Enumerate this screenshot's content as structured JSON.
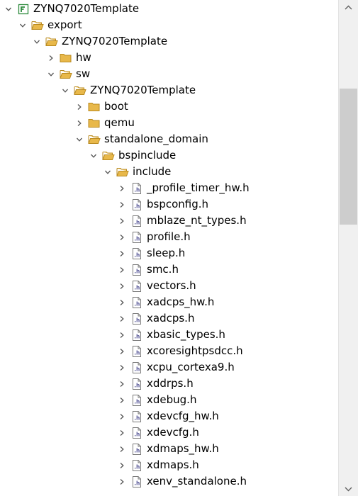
{
  "tree": [
    {
      "label": "ZYNQ7020Template",
      "depth": 0,
      "expanded": true,
      "kind": "project"
    },
    {
      "label": "export",
      "depth": 1,
      "expanded": true,
      "kind": "folder"
    },
    {
      "label": "ZYNQ7020Template",
      "depth": 2,
      "expanded": true,
      "kind": "folder"
    },
    {
      "label": "hw",
      "depth": 3,
      "expanded": false,
      "kind": "folder"
    },
    {
      "label": "sw",
      "depth": 3,
      "expanded": true,
      "kind": "folder"
    },
    {
      "label": "ZYNQ7020Template",
      "depth": 4,
      "expanded": true,
      "kind": "folder"
    },
    {
      "label": "boot",
      "depth": 5,
      "expanded": false,
      "kind": "folder"
    },
    {
      "label": "qemu",
      "depth": 5,
      "expanded": false,
      "kind": "folder"
    },
    {
      "label": "standalone_domain",
      "depth": 5,
      "expanded": true,
      "kind": "folder"
    },
    {
      "label": "bspinclude",
      "depth": 6,
      "expanded": true,
      "kind": "folder"
    },
    {
      "label": "include",
      "depth": 7,
      "expanded": true,
      "kind": "folder"
    },
    {
      "label": "_profile_timer_hw.h",
      "depth": 8,
      "expanded": false,
      "kind": "file"
    },
    {
      "label": "bspconfig.h",
      "depth": 8,
      "expanded": false,
      "kind": "file"
    },
    {
      "label": "mblaze_nt_types.h",
      "depth": 8,
      "expanded": false,
      "kind": "file"
    },
    {
      "label": "profile.h",
      "depth": 8,
      "expanded": false,
      "kind": "file"
    },
    {
      "label": "sleep.h",
      "depth": 8,
      "expanded": false,
      "kind": "file"
    },
    {
      "label": "smc.h",
      "depth": 8,
      "expanded": false,
      "kind": "file"
    },
    {
      "label": "vectors.h",
      "depth": 8,
      "expanded": false,
      "kind": "file"
    },
    {
      "label": "xadcps_hw.h",
      "depth": 8,
      "expanded": false,
      "kind": "file"
    },
    {
      "label": "xadcps.h",
      "depth": 8,
      "expanded": false,
      "kind": "file"
    },
    {
      "label": "xbasic_types.h",
      "depth": 8,
      "expanded": false,
      "kind": "file"
    },
    {
      "label": "xcoresightpsdcc.h",
      "depth": 8,
      "expanded": false,
      "kind": "file"
    },
    {
      "label": "xcpu_cortexa9.h",
      "depth": 8,
      "expanded": false,
      "kind": "file"
    },
    {
      "label": "xddrps.h",
      "depth": 8,
      "expanded": false,
      "kind": "file"
    },
    {
      "label": "xdebug.h",
      "depth": 8,
      "expanded": false,
      "kind": "file"
    },
    {
      "label": "xdevcfg_hw.h",
      "depth": 8,
      "expanded": false,
      "kind": "file"
    },
    {
      "label": "xdevcfg.h",
      "depth": 8,
      "expanded": false,
      "kind": "file"
    },
    {
      "label": "xdmaps_hw.h",
      "depth": 8,
      "expanded": false,
      "kind": "file"
    },
    {
      "label": "xdmaps.h",
      "depth": 8,
      "expanded": false,
      "kind": "file"
    },
    {
      "label": "xenv_standalone.h",
      "depth": 8,
      "expanded": false,
      "kind": "file"
    }
  ],
  "icons": {
    "project": "project-icon",
    "folder": "folder-icon",
    "file": "header-file-icon",
    "expanded": "chevron-down-icon",
    "collapsed": "chevron-right-icon"
  },
  "colors": {
    "folder": "#e8b84a",
    "project": "#2e8b3e",
    "chevron": "#555555",
    "scrollbar_thumb": "#cdcdcd"
  }
}
